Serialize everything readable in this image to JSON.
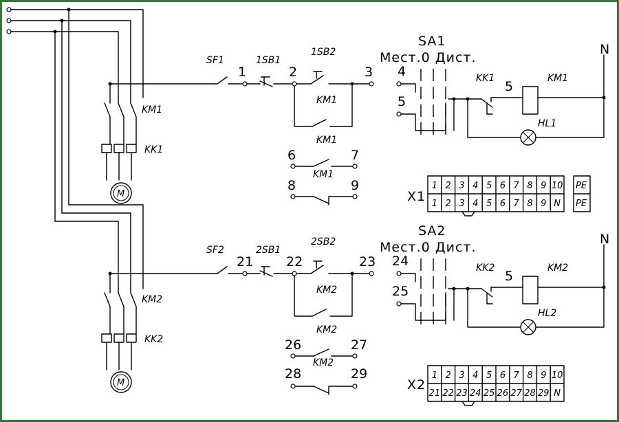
{
  "diagram": {
    "border_color": "#2e7d32",
    "supply": {
      "neutral": "N"
    },
    "circuit_1": {
      "breaker": "SF1",
      "button_stop": "1SB1",
      "button_start": "1SB2",
      "contactor": "KM1",
      "thermal_relay": "KK1",
      "selector": "SA1",
      "selector_positions": "Мест.0 Дист.",
      "lamp": "HL1",
      "motor": "M",
      "terminals": [
        "1",
        "2",
        "3",
        "4",
        "5",
        "5",
        "6",
        "7",
        "8",
        "9"
      ],
      "terminal_block": "X1",
      "terminal_top": [
        "1",
        "2",
        "3",
        "4",
        "5",
        "6",
        "7",
        "8",
        "9",
        "10"
      ],
      "terminal_bottom": [
        "1",
        "2",
        "3",
        "4",
        "5",
        "6",
        "7",
        "8",
        "9",
        "N"
      ],
      "pe": "PE"
    },
    "circuit_2": {
      "breaker": "SF2",
      "button_stop": "2SB1",
      "button_start": "2SB2",
      "contactor": "KM2",
      "thermal_relay": "KK2",
      "selector": "SA2",
      "selector_positions": "Мест.0 Дист.",
      "lamp": "HL2",
      "motor": "M",
      "terminals": [
        "21",
        "22",
        "23",
        "24",
        "25",
        "5",
        "26",
        "27",
        "28",
        "29"
      ],
      "terminal_block": "X2",
      "terminal_top": [
        "1",
        "2",
        "3",
        "4",
        "5",
        "6",
        "7",
        "8",
        "9",
        "10"
      ],
      "terminal_bottom": [
        "21",
        "22",
        "23",
        "24",
        "25",
        "26",
        "27",
        "28",
        "29",
        "N"
      ]
    }
  }
}
